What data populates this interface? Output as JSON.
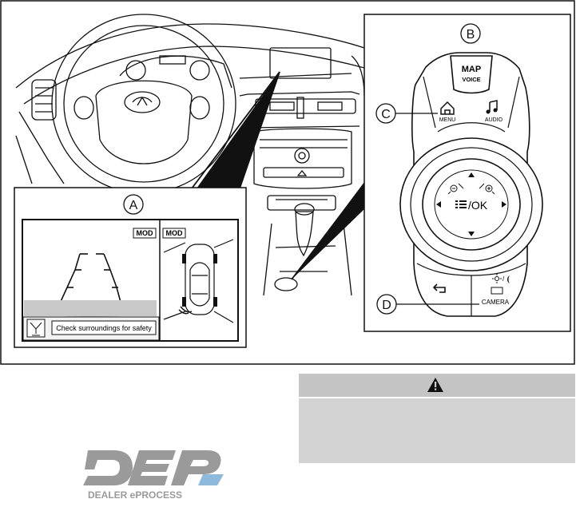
{
  "figure": {
    "callouts": {
      "a": "A",
      "b": "B",
      "c": "C",
      "d": "D"
    },
    "screen_left": {
      "mode_badge": "MOD",
      "safety_message": "Check surroundings for safety"
    },
    "screen_right": {
      "mode_badge": "MOD"
    },
    "controller": {
      "map_label": "MAP",
      "voice_label": "VOICE",
      "menu_label": "MENU",
      "audio_label": "AUDIO",
      "center_label": "/OK",
      "camera_label": "CAMERA",
      "day_night_label": "/"
    }
  },
  "warning": {
    "icon": "warning-triangle-icon"
  },
  "logo": {
    "text_main": "DEP",
    "text_sub": "DEALER ePROCESS"
  },
  "colors": {
    "line": "#111111",
    "warning_bg": "#d3d3d3",
    "warning_header": "#c4c4c4",
    "logo_gray": "#9a9a9a",
    "logo_blue": "#2f7fc1"
  }
}
